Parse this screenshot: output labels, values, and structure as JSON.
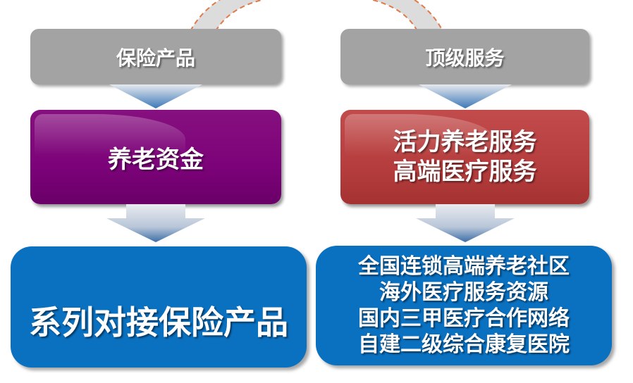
{
  "diagram": {
    "connector": {
      "style": "dashed-arc",
      "dash_color": "#e07a4a",
      "fill_color": "#dcdcdc"
    },
    "left_column": {
      "header": {
        "label": "保险产品",
        "color": "#a3a3a3"
      },
      "middle": {
        "label": "养老资金",
        "color": "#7c0279"
      },
      "bottom": {
        "label": "系列对接保险产品",
        "color": "#0a70c0"
      }
    },
    "right_column": {
      "header": {
        "label": "顶级服务",
        "color": "#a3a3a3"
      },
      "middle": {
        "lines": [
          "活力养老服务",
          "高端医疗服务"
        ],
        "color": "#b63d3d"
      },
      "bottom": {
        "lines": [
          "全国连锁高端养老社区",
          "海外医疗服务资源",
          "国内三甲医疗合作网络",
          "自建二级综合康复医院"
        ],
        "color": "#0a70c0"
      }
    },
    "arrows": {
      "icon": "down-arrow-icon",
      "top_color": "#e6e9ee",
      "tip_color": "#3d78b8"
    }
  }
}
